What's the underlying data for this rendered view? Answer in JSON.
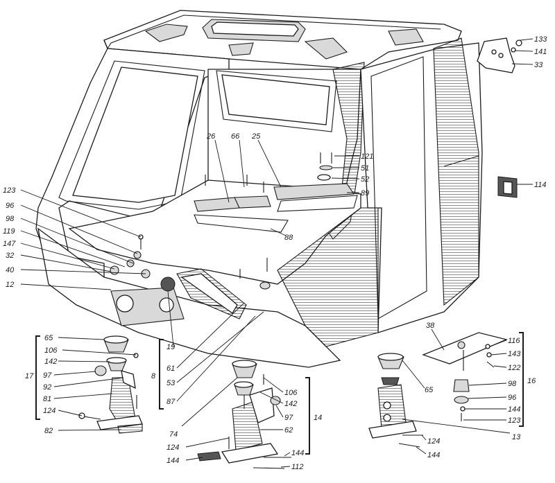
{
  "callouts": {
    "c133": "133",
    "c141": "141",
    "c33": "33",
    "c114": "114",
    "c26": "26",
    "c66": "66",
    "c25": "25",
    "c121": "121",
    "c51": "51",
    "c52": "52",
    "c89": "89",
    "c88": "88",
    "c123a": "123",
    "c96a": "96",
    "c98a": "98",
    "c119": "119",
    "c147": "147",
    "c32": "32",
    "c40": "40",
    "c12": "12",
    "c65a": "65",
    "c106a": "106",
    "c142a": "142",
    "c17": "17",
    "c97a": "97",
    "c92": "92",
    "c81": "81",
    "c124a": "124",
    "c82": "82",
    "c19": "19",
    "c8": "8",
    "c61": "61",
    "c53": "53",
    "c87": "87",
    "c74": "74",
    "c124b": "124",
    "c144a": "144",
    "c106b": "106",
    "c142b": "142",
    "c97b": "97",
    "c14": "14",
    "c62": "62",
    "c144b": "144",
    "c112": "112",
    "c38": "38",
    "c65b": "65",
    "c116": "116",
    "c143": "143",
    "c122": "122",
    "c98b": "98",
    "c96b": "96",
    "c144c": "144",
    "c123b": "123",
    "c16": "16",
    "c13": "13",
    "c124c": "124",
    "c144d": "144"
  }
}
